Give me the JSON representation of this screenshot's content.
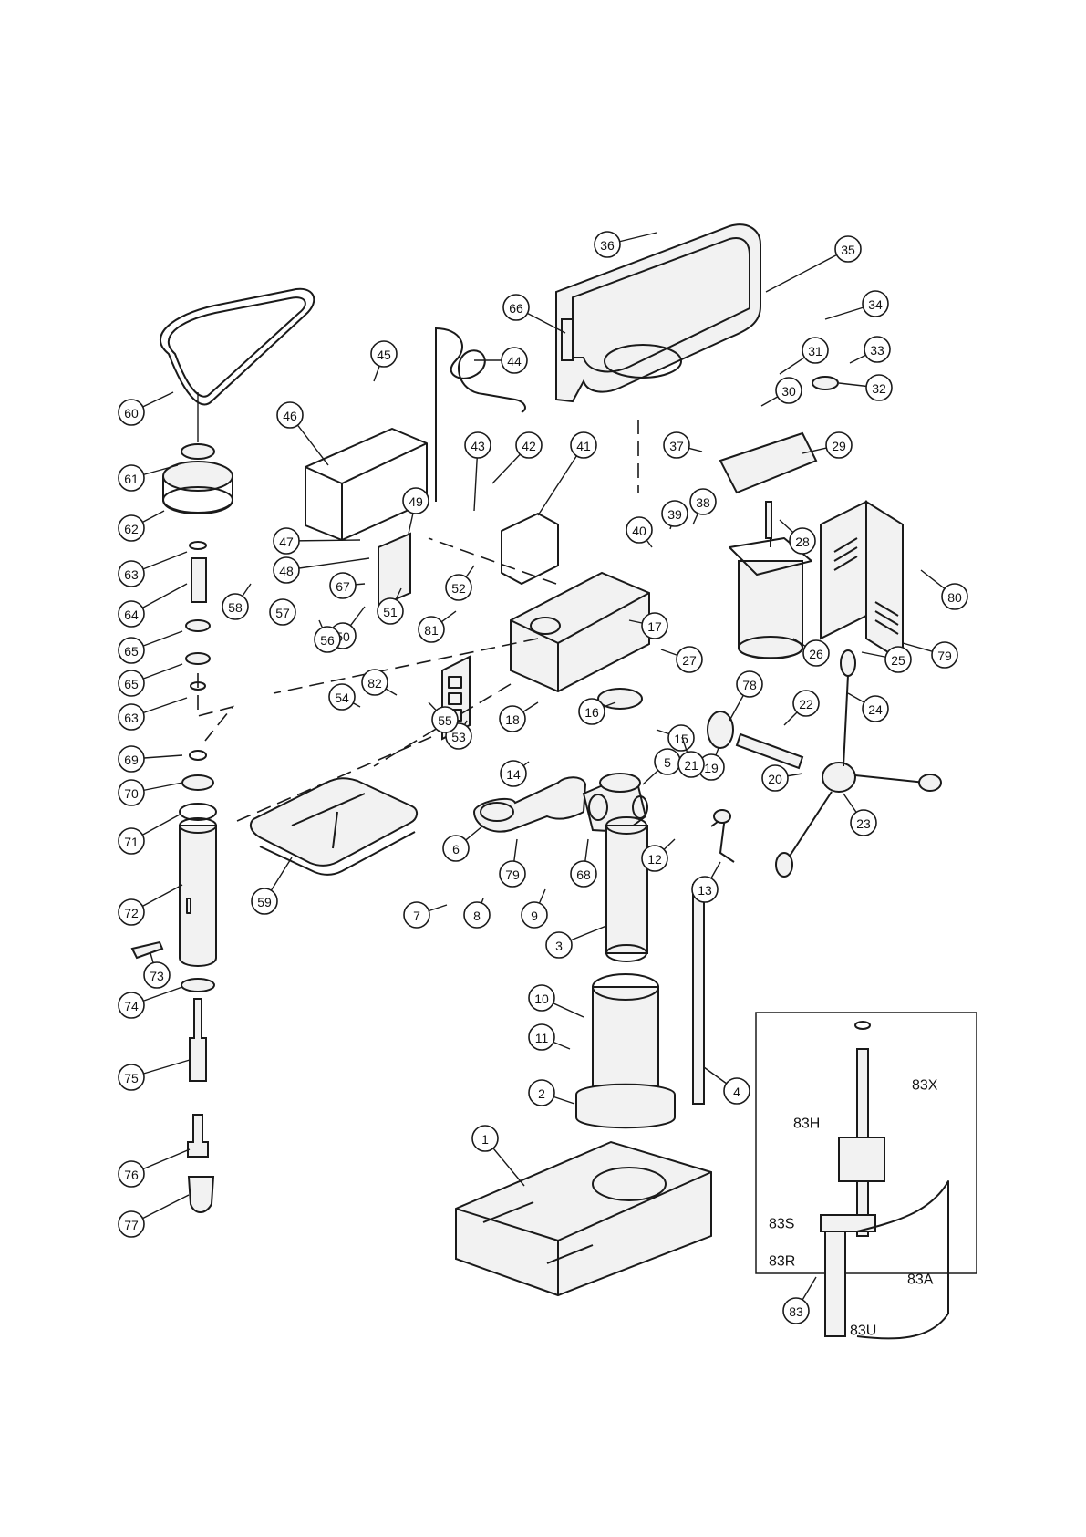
{
  "diagram": {
    "callouts": [
      {
        "id": "1",
        "label": "1"
      },
      {
        "id": "2",
        "label": "2"
      },
      {
        "id": "3",
        "label": "3"
      },
      {
        "id": "4",
        "label": "4"
      },
      {
        "id": "5",
        "label": "5"
      },
      {
        "id": "6",
        "label": "6"
      },
      {
        "id": "7",
        "label": "7"
      },
      {
        "id": "8",
        "label": "8"
      },
      {
        "id": "9",
        "label": "9"
      },
      {
        "id": "10",
        "label": "10"
      },
      {
        "id": "11",
        "label": "11"
      },
      {
        "id": "12",
        "label": "12"
      },
      {
        "id": "13",
        "label": "13"
      },
      {
        "id": "14",
        "label": "14"
      },
      {
        "id": "15",
        "label": "15"
      },
      {
        "id": "16",
        "label": "16"
      },
      {
        "id": "17",
        "label": "17"
      },
      {
        "id": "18",
        "label": "18"
      },
      {
        "id": "19",
        "label": "19"
      },
      {
        "id": "20",
        "label": "20"
      },
      {
        "id": "21",
        "label": "21"
      },
      {
        "id": "22",
        "label": "22"
      },
      {
        "id": "23",
        "label": "23"
      },
      {
        "id": "24",
        "label": "24"
      },
      {
        "id": "25",
        "label": "25"
      },
      {
        "id": "26",
        "label": "26"
      },
      {
        "id": "27",
        "label": "27"
      },
      {
        "id": "28",
        "label": "28"
      },
      {
        "id": "29",
        "label": "29"
      },
      {
        "id": "30",
        "label": "30"
      },
      {
        "id": "31",
        "label": "31"
      },
      {
        "id": "32",
        "label": "32"
      },
      {
        "id": "33",
        "label": "33"
      },
      {
        "id": "34",
        "label": "34"
      },
      {
        "id": "35",
        "label": "35"
      },
      {
        "id": "36",
        "label": "36"
      },
      {
        "id": "37",
        "label": "37"
      },
      {
        "id": "38",
        "label": "38"
      },
      {
        "id": "39",
        "label": "39"
      },
      {
        "id": "40",
        "label": "40"
      },
      {
        "id": "41",
        "label": "41"
      },
      {
        "id": "42",
        "label": "42"
      },
      {
        "id": "43",
        "label": "43"
      },
      {
        "id": "44",
        "label": "44"
      },
      {
        "id": "45",
        "label": "45"
      },
      {
        "id": "46",
        "label": "46"
      },
      {
        "id": "47",
        "label": "47"
      },
      {
        "id": "48",
        "label": "48"
      },
      {
        "id": "49",
        "label": "49"
      },
      {
        "id": "50",
        "label": "50"
      },
      {
        "id": "51",
        "label": "51"
      },
      {
        "id": "52",
        "label": "52"
      },
      {
        "id": "53",
        "label": "53"
      },
      {
        "id": "54",
        "label": "54"
      },
      {
        "id": "55",
        "label": "55"
      },
      {
        "id": "56",
        "label": "56"
      },
      {
        "id": "57",
        "label": "57"
      },
      {
        "id": "58",
        "label": "58"
      },
      {
        "id": "59",
        "label": "59"
      },
      {
        "id": "60",
        "label": "60"
      },
      {
        "id": "61",
        "label": "61"
      },
      {
        "id": "62",
        "label": "62"
      },
      {
        "id": "63a",
        "label": "63"
      },
      {
        "id": "63b",
        "label": "63"
      },
      {
        "id": "64",
        "label": "64"
      },
      {
        "id": "65a",
        "label": "65"
      },
      {
        "id": "65b",
        "label": "65"
      },
      {
        "id": "66",
        "label": "66"
      },
      {
        "id": "67",
        "label": "67"
      },
      {
        "id": "68",
        "label": "68"
      },
      {
        "id": "69",
        "label": "69"
      },
      {
        "id": "70",
        "label": "70"
      },
      {
        "id": "71",
        "label": "71"
      },
      {
        "id": "72",
        "label": "72"
      },
      {
        "id": "73",
        "label": "73"
      },
      {
        "id": "74",
        "label": "74"
      },
      {
        "id": "75",
        "label": "75"
      },
      {
        "id": "76",
        "label": "76"
      },
      {
        "id": "77",
        "label": "77"
      },
      {
        "id": "78",
        "label": "78"
      },
      {
        "id": "79a",
        "label": "79"
      },
      {
        "id": "79b",
        "label": "79"
      },
      {
        "id": "80",
        "label": "80"
      },
      {
        "id": "81",
        "label": "81"
      },
      {
        "id": "82",
        "label": "82"
      },
      {
        "id": "83",
        "label": "83"
      }
    ],
    "inset_labels": [
      {
        "id": "83X",
        "label": "83X"
      },
      {
        "id": "83H",
        "label": "83H"
      },
      {
        "id": "83S",
        "label": "83S"
      },
      {
        "id": "83R",
        "label": "83R"
      },
      {
        "id": "83A",
        "label": "83A"
      },
      {
        "id": "83U",
        "label": "83U"
      }
    ]
  }
}
